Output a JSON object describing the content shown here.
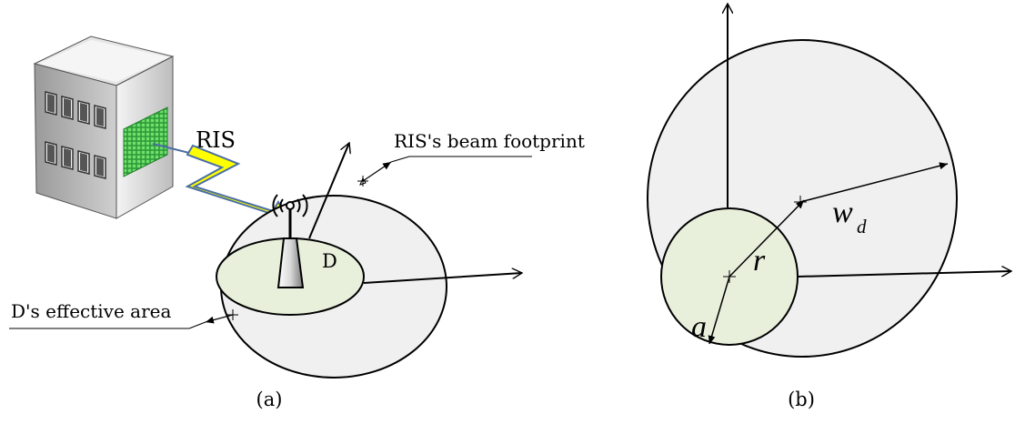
{
  "panel_a": {
    "caption": "(a)",
    "ris_label": "RIS",
    "beam_footprint_label": "RIS's beam footprint",
    "device_label": "D",
    "effective_area_label": "D's effective area"
  },
  "panel_b": {
    "caption": "(b)",
    "label_r": "r",
    "label_a": "a",
    "label_w": "w",
    "label_w_sub": "d"
  },
  "colors": {
    "footprint_fill": "#f0f0f0",
    "effective_area_fill": "#e8f0dc",
    "lightning_fill": "#ffff00",
    "lightning_stroke": "#4a6fa5",
    "ris_green": "#3cb44b"
  }
}
